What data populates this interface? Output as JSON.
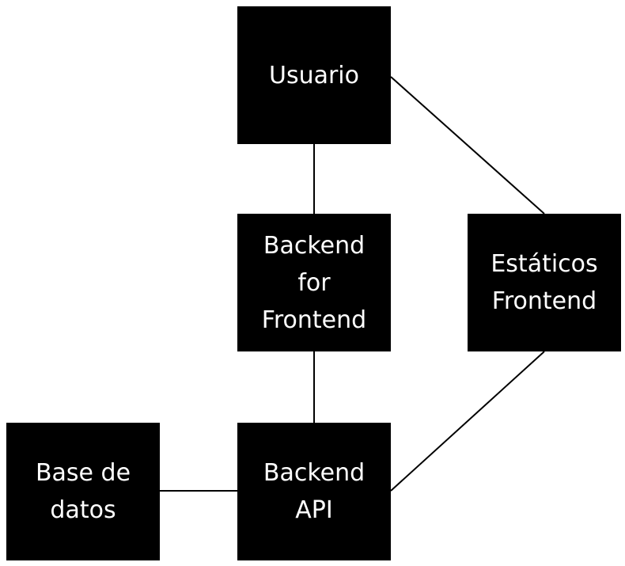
{
  "diagram": {
    "nodes": {
      "usuario": {
        "lines": [
          "Usuario"
        ]
      },
      "bff": {
        "lines": [
          "Backend",
          "for",
          "Frontend"
        ]
      },
      "estaticos": {
        "lines": [
          "Estáticos",
          "Frontend"
        ]
      },
      "api": {
        "lines": [
          "Backend",
          "API"
        ]
      },
      "db": {
        "lines": [
          "Base de",
          "datos"
        ]
      }
    },
    "edges": [
      [
        "usuario",
        "bff"
      ],
      [
        "bff",
        "api"
      ],
      [
        "usuario",
        "estaticos"
      ],
      [
        "estaticos",
        "api"
      ],
      [
        "db",
        "api"
      ]
    ],
    "colors": {
      "node_fill": "#000000",
      "node_text": "#ffffff",
      "edge": "#000000",
      "background": "#ffffff"
    }
  }
}
